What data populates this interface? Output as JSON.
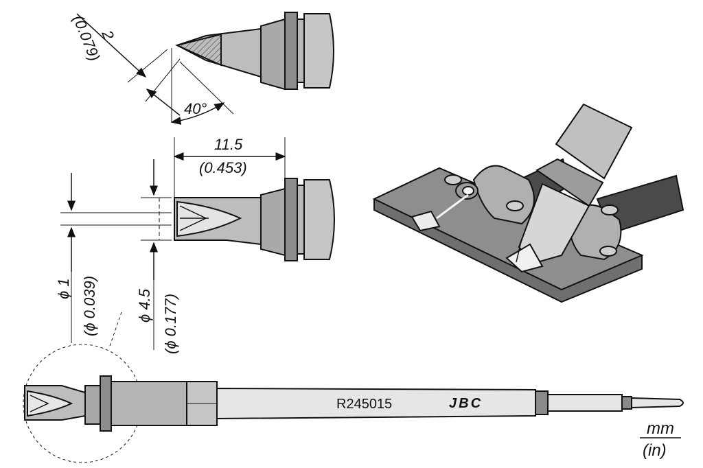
{
  "drawing": {
    "side_view": {
      "width_mm": "2",
      "width_in": "(0.079)",
      "angle": "40°"
    },
    "front_view": {
      "length_mm": "11.5",
      "length_in": "(0.453)",
      "slot_mm": "ϕ 1",
      "slot_in": "(ϕ 0.039)",
      "dia_mm": "ϕ 4.5",
      "dia_in": "(ϕ 0.177)"
    },
    "cartridge": {
      "part_number": "R245015",
      "brand": "JBC"
    },
    "units": {
      "primary": "mm",
      "secondary": "(in)"
    }
  },
  "colors": {
    "metal": "#a9a9a9",
    "metal_light": "#d2d2d2",
    "metal_dark": "#6f6f6f",
    "shaft": "#e6e6e6",
    "line": "#111111"
  }
}
